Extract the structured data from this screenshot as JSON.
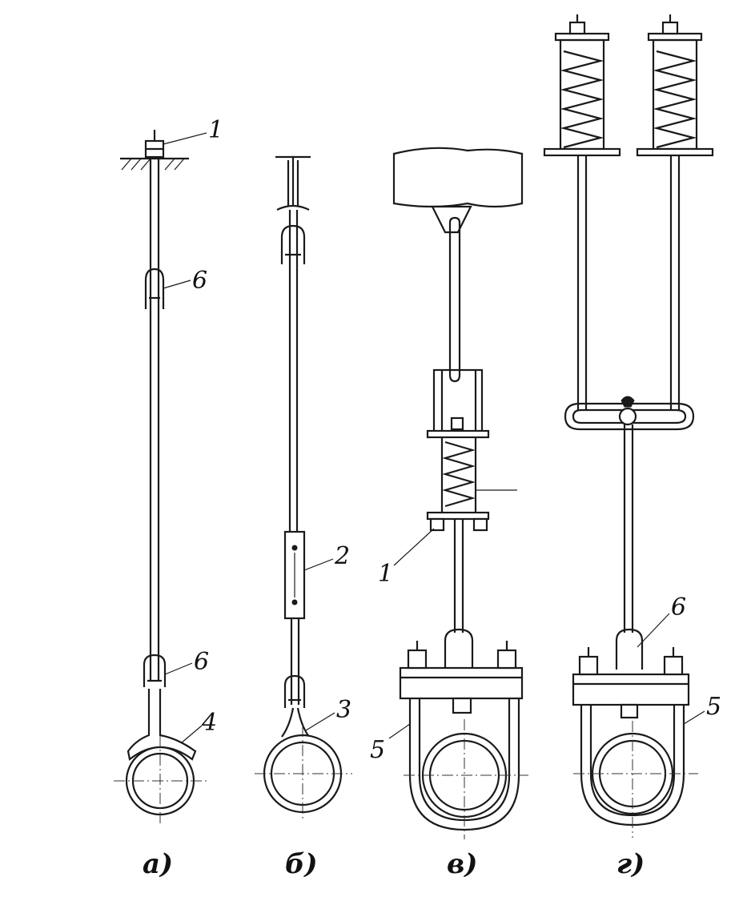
{
  "figures": [
    {
      "id": "a",
      "caption": "а)",
      "callouts": [
        "1",
        "6",
        "6",
        "4"
      ]
    },
    {
      "id": "b",
      "caption": "б)",
      "callouts": [
        "2",
        "3"
      ]
    },
    {
      "id": "v",
      "caption": "в)",
      "callouts": [
        "1",
        "5"
      ]
    },
    {
      "id": "g",
      "caption": "г)",
      "callouts": [
        "6",
        "5"
      ]
    }
  ],
  "ink_color": "#1a1a1a"
}
